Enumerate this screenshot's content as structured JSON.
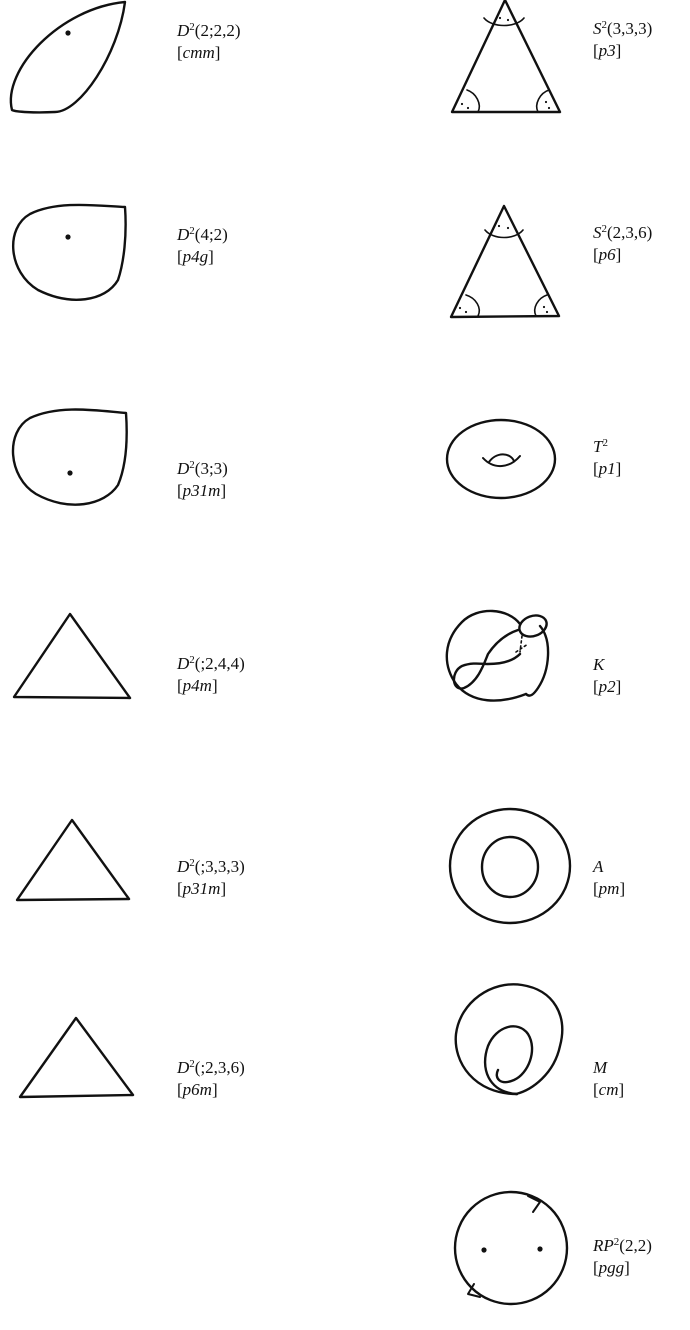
{
  "orbifolds": [
    {
      "id": "l1",
      "base": "D",
      "sup": "2",
      "params": "(2;2,2)",
      "group": "cmm"
    },
    {
      "id": "l2",
      "base": "D",
      "sup": "2",
      "params": "(4;2)",
      "group": "p4g"
    },
    {
      "id": "l3",
      "base": "D",
      "sup": "2",
      "params": "(3;3)",
      "group": "p31m"
    },
    {
      "id": "l4",
      "base": "D",
      "sup": "2",
      "params": "(;2,4,4)",
      "group": "p4m"
    },
    {
      "id": "l5",
      "base": "D",
      "sup": "2",
      "params": "(;3,3,3)",
      "group": "p31m"
    },
    {
      "id": "l6",
      "base": "D",
      "sup": "2",
      "params": "(;2,3,6)",
      "group": "p6m"
    },
    {
      "id": "r1",
      "base": "S",
      "sup": "2",
      "params": "(3,3,3)",
      "group": "p3"
    },
    {
      "id": "r2",
      "base": "S",
      "sup": "2",
      "params": "(2,3,6)",
      "group": "p6"
    },
    {
      "id": "r3",
      "base": "T",
      "sup": "2",
      "params": "",
      "group": "p1"
    },
    {
      "id": "r4",
      "base": "K",
      "sup": "",
      "params": "",
      "group": "p2"
    },
    {
      "id": "r5",
      "base": "A",
      "sup": "",
      "params": "",
      "group": "pm"
    },
    {
      "id": "r6",
      "base": "M",
      "sup": "",
      "params": "",
      "group": "cm"
    },
    {
      "id": "r7",
      "base": "RP",
      "sup": "2",
      "params": "(2,2)",
      "group": "pgg"
    }
  ]
}
